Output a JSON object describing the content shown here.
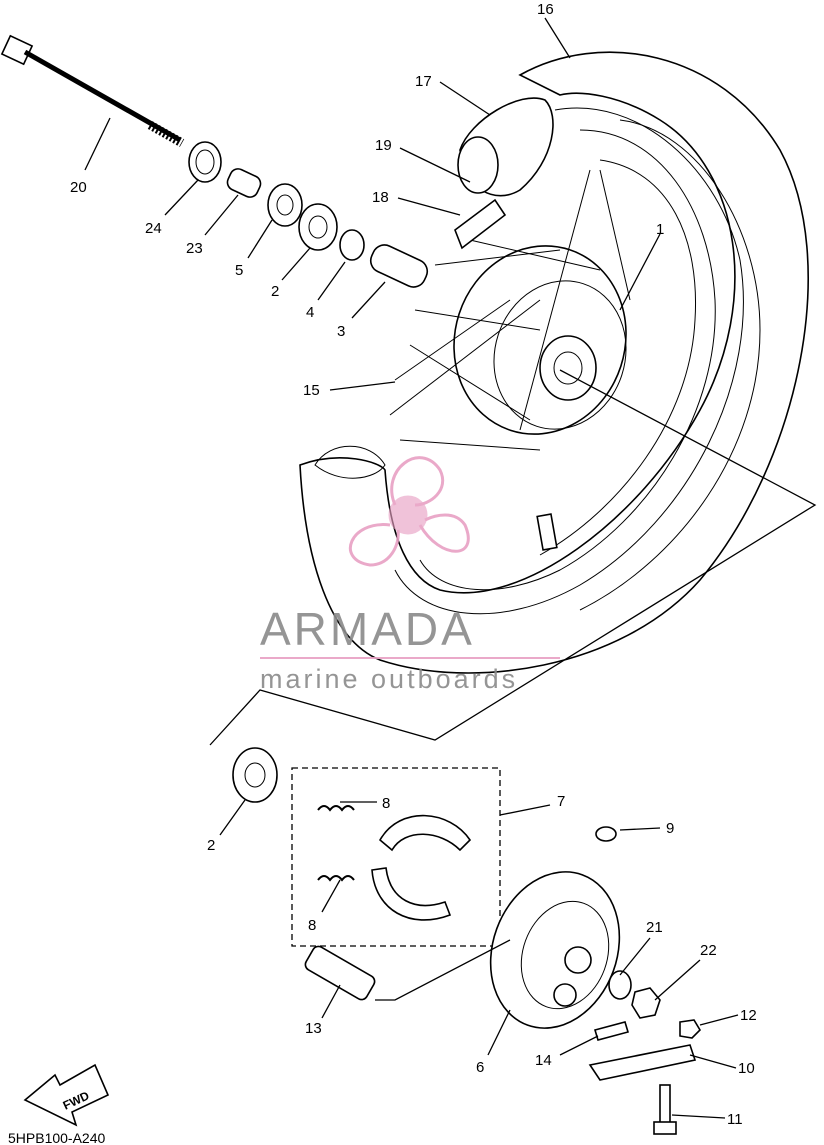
{
  "diagram": {
    "callouts": [
      "16",
      "17",
      "19",
      "18",
      "1",
      "20",
      "24",
      "23",
      "5",
      "2",
      "4",
      "3",
      "15",
      "2",
      "8",
      "7",
      "8",
      "9",
      "21",
      "22",
      "12",
      "10",
      "11",
      "13",
      "6",
      "14"
    ],
    "fwd_label": "FWD",
    "drawing_code": "5HPB100-A240"
  },
  "watermark": {
    "brand": "ARMADA",
    "tagline": "marine outboards",
    "colors": {
      "text": "#8a8a8a",
      "logo": "#e8a0c4"
    }
  }
}
